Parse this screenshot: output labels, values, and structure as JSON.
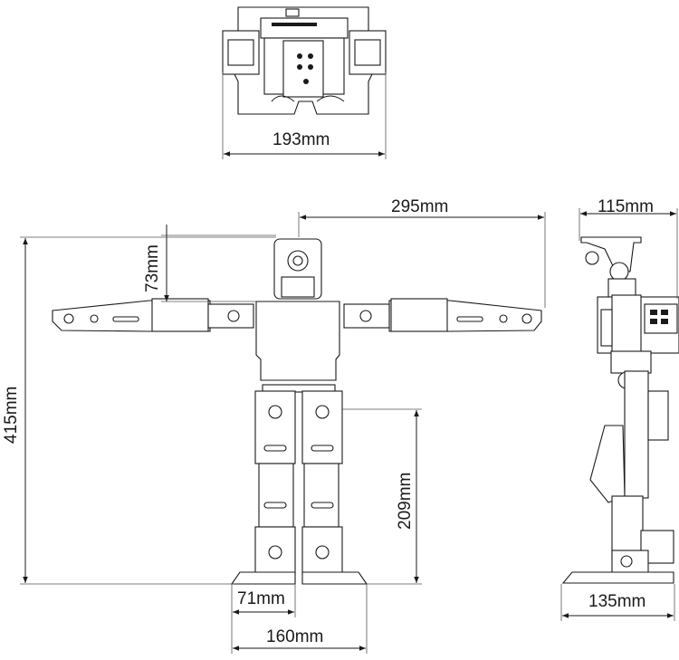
{
  "dimensions": {
    "top_width": "193mm",
    "arm_span_half": "295mm",
    "depth_top": "115mm",
    "head_height": "73mm",
    "total_height": "415mm",
    "leg_height": "209mm",
    "foot_gap": "71mm",
    "stance_width": "160mm",
    "foot_length": "135mm"
  },
  "colors": {
    "line": "#1a1a1a",
    "background": "#ffffff"
  }
}
